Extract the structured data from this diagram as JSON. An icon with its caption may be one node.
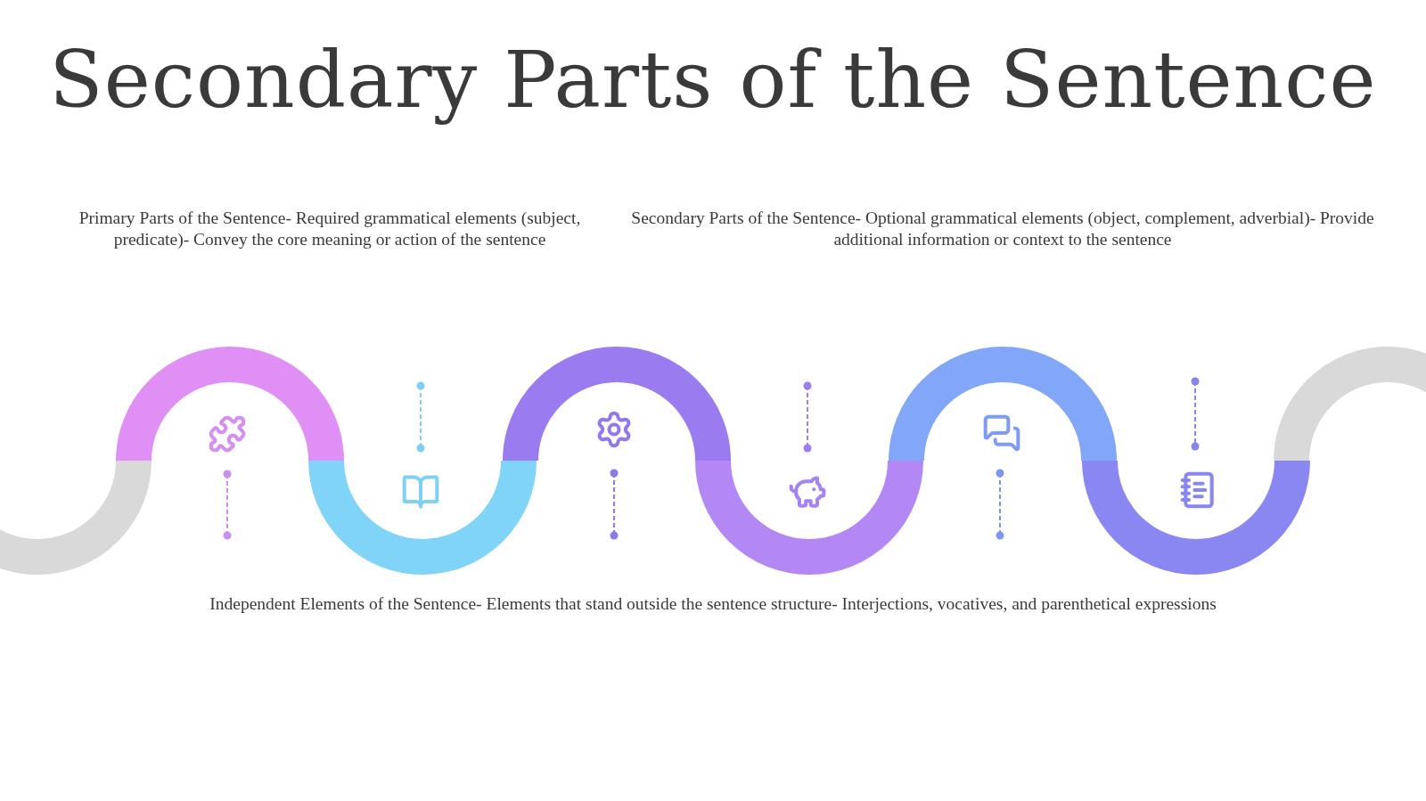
{
  "diagram": {
    "title": "Secondary Parts of the Sentence",
    "labels": [
      "Primary Parts of the Sentence- Required grammatical elements (subject, predicate)- Convey the core meaning or action of the sentence",
      "Secondary Parts of the Sentence- Optional grammatical elements (object, complement, adverbial)- Provide additional information or context to the sentence",
      "Independent Elements of the Sentence- Elements that stand outside the sentence structure- Interjections, vocatives, and parenthetical expressions"
    ]
  }
}
